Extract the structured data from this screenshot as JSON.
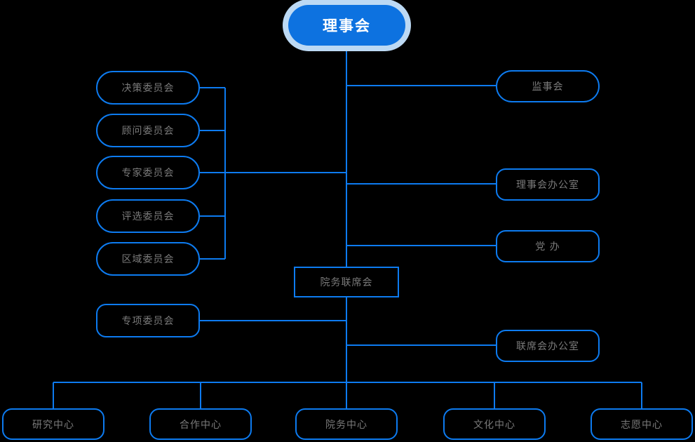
{
  "diagram": {
    "title_node": {
      "label": "理事会"
    },
    "theme": {
      "background": "#000000",
      "edge_color": "#0d7bf0",
      "node_border": "#0d7bf0",
      "node_text": "#7a7a7a",
      "root_fill": "#0d72e0",
      "root_text": "#ffffff",
      "root_halo": "#bcd9f4"
    },
    "nodes": {
      "root": {
        "label": "理事会"
      },
      "left_committees": [
        {
          "label": "决策委员会"
        },
        {
          "label": "顾问委员会"
        },
        {
          "label": "专家委员会"
        },
        {
          "label": "评选委员会"
        },
        {
          "label": "区域委员会"
        }
      ],
      "special_committee": {
        "label": "专项委员会"
      },
      "right_branches": [
        {
          "label": "监事会"
        },
        {
          "label": "理事会办公室"
        },
        {
          "label": "党 办"
        },
        {
          "label": "联席会办公室"
        }
      ],
      "center_joint": {
        "label": "院务联席会"
      },
      "bottom_centers": [
        {
          "label": "研究中心"
        },
        {
          "label": "合作中心"
        },
        {
          "label": "院务中心"
        },
        {
          "label": "文化中心"
        },
        {
          "label": "志愿中心"
        }
      ]
    }
  }
}
